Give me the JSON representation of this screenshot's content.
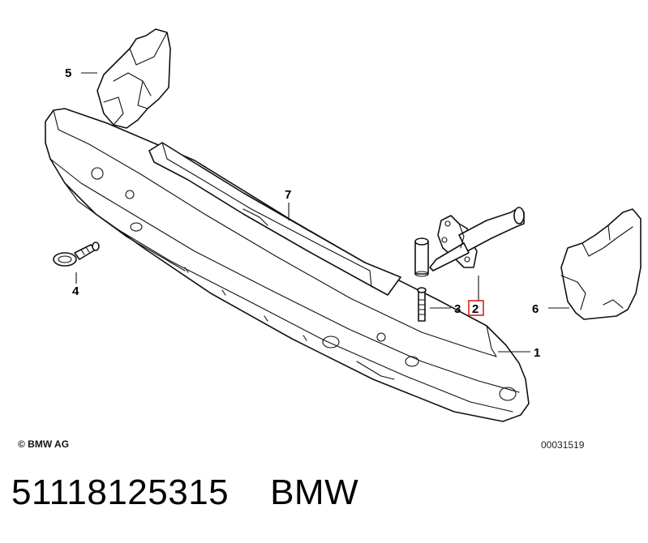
{
  "callouts": {
    "c1": "1",
    "c2": "2",
    "c3": "3",
    "c4": "4",
    "c5": "5",
    "c6": "6",
    "c7": "7"
  },
  "highlighted_callout": "2",
  "highlight_color": "#e02020",
  "footer": {
    "copyright": "© BMW AG",
    "drawing_number": "00031519"
  },
  "caption": {
    "part_number": "51118125315",
    "brand": "BMW"
  }
}
